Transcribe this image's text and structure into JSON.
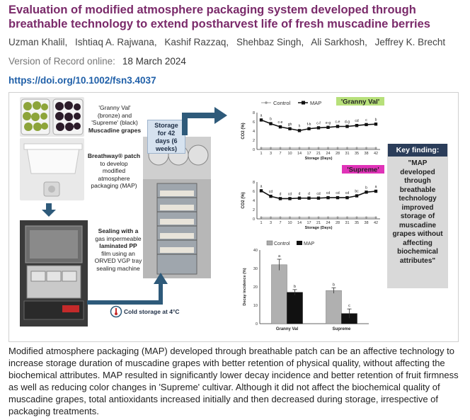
{
  "article": {
    "title": "Evaluation of modified atmosphere packaging system developed through breathable technology to extend postharvest life of fresh muscadine berries",
    "authors": [
      "Uzman Khalil,",
      "Ishtiaq A. Rajwana,",
      "Kashif Razzaq,",
      "Shehbaz Singh,",
      "Ali Sarkhosh,",
      "Jeffrey K. Brecht"
    ],
    "version_label": "Version of Record online:",
    "version_date": "18 March 2024",
    "doi": "https://doi.org/10.1002/fsn3.4037",
    "summary": "Modified atmosphere packaging (MAP) developed through breathable patch can be an affective technology to increase storage duration of muscadine grapes with better retention of physical quality, without affecting the biochemical attributes. MAP resulted in significantly lower decay incidence and better retention of fruit firmness as well as reducing color changes in 'Supreme' cultivar. Although it did not affect the biochemical quality of muscadine grapes, total antioxidants increased initially and then decreased during storage, irrespective of packaging treatments."
  },
  "figure": {
    "cultivar_caption_1": "'Granny Val'",
    "cultivar_caption_2": "(bronze) and",
    "cultivar_caption_3": "'Supreme' (black)",
    "cultivar_caption_4": "Muscadine grapes",
    "patch_caption_1": "Breathway® patch",
    "patch_caption_2": "to develop",
    "patch_caption_3": "modified",
    "patch_caption_4": "atmosphere",
    "patch_caption_5": "packaging (MAP)",
    "sealing_caption_1": "Sealing with a",
    "sealing_caption_2": "gas impermeable",
    "sealing_caption_3": "laminated PP",
    "sealing_caption_4": "film using an",
    "sealing_caption_5": "ORVED VGP tray",
    "sealing_caption_6": "sealing machine",
    "storage_1": "Storage",
    "storage_2": "for 42",
    "storage_3": "days (6",
    "storage_4": "weeks)",
    "cold_storage": "Cold storage at 4°C",
    "key_finding_title": "Key finding:",
    "key_finding_text": "\"MAP developed through breathable technology improved storage of muscadine grapes without affecting biochemical attributes\"",
    "colors": {
      "title": "#7a2a6a",
      "doi": "#1f5fa8",
      "arrow": "#2e5a7a",
      "granny_badge": "#b7e07a",
      "supreme_badge": "#e033b8",
      "keyfinding_head": "#2b3d5a"
    }
  },
  "chart_data": [
    {
      "type": "line",
      "badge": "'Granny Val'",
      "legend": [
        "Control",
        "MAP"
      ],
      "x": [
        1,
        3,
        7,
        10,
        14,
        17,
        21,
        24,
        28,
        31,
        35,
        38,
        42
      ],
      "xlabel": "Storage (Days)",
      "ylabel": "CO2 (%)",
      "ylim": [
        0,
        8
      ],
      "yticks": [
        0,
        2,
        4,
        6,
        8
      ],
      "series": [
        {
          "name": "Control",
          "values": [
            0.3,
            0.3,
            0.3,
            0.3,
            0.3,
            0.3,
            0.3,
            0.3,
            0.3,
            0.3,
            0.3,
            0.3,
            0.3
          ]
        },
        {
          "name": "MAP",
          "values": [
            6.4,
            5.6,
            4.9,
            4.5,
            4.1,
            4.5,
            4.7,
            4.8,
            5.0,
            5.0,
            5.2,
            5.4,
            5.5
          ]
        }
      ],
      "letters": [
        "a",
        "b",
        "c-e",
        "gh",
        "h",
        "f-h",
        "c-f",
        "e-g",
        "c-e",
        "d-g",
        "cd",
        "c",
        "b"
      ]
    },
    {
      "type": "line",
      "badge": "'Supreme'",
      "x": [
        1,
        3,
        7,
        10,
        14,
        17,
        21,
        24,
        28,
        31,
        35,
        38,
        42
      ],
      "xlabel": "Storage (Days)",
      "ylabel": "CO2 (%)",
      "ylim": [
        0,
        8
      ],
      "yticks": [
        0,
        2,
        4,
        6,
        8
      ],
      "series": [
        {
          "name": "Control",
          "values": [
            0.3,
            0.3,
            0.3,
            0.3,
            0.3,
            0.3,
            0.3,
            0.3,
            0.3,
            0.3,
            0.3,
            0.3,
            0.3
          ]
        },
        {
          "name": "MAP",
          "values": [
            6.1,
            4.9,
            4.4,
            4.4,
            4.5,
            4.5,
            4.5,
            4.6,
            4.6,
            4.6,
            5.0,
            5.8,
            6.0
          ]
        }
      ],
      "letters": [
        "a",
        "cd",
        "d",
        "cd",
        "d",
        "d",
        "cd",
        "cd",
        "cd",
        "cd",
        "bc",
        "b",
        "a"
      ]
    },
    {
      "type": "bar",
      "legend": [
        "Control",
        "MAP"
      ],
      "categories": [
        "Granny Val",
        "Supreme"
      ],
      "ylabel": "Decay incidence (%)",
      "ylim": [
        0,
        40
      ],
      "yticks": [
        0,
        10,
        20,
        30,
        40
      ],
      "series": [
        {
          "name": "Control",
          "values": [
            32,
            18
          ],
          "letters": [
            "a",
            "b"
          ],
          "error": [
            3,
            1.5
          ]
        },
        {
          "name": "MAP",
          "values": [
            17,
            5.5
          ],
          "letters": [
            "b",
            "c"
          ],
          "error": [
            1.5,
            2.5
          ]
        }
      ]
    }
  ]
}
